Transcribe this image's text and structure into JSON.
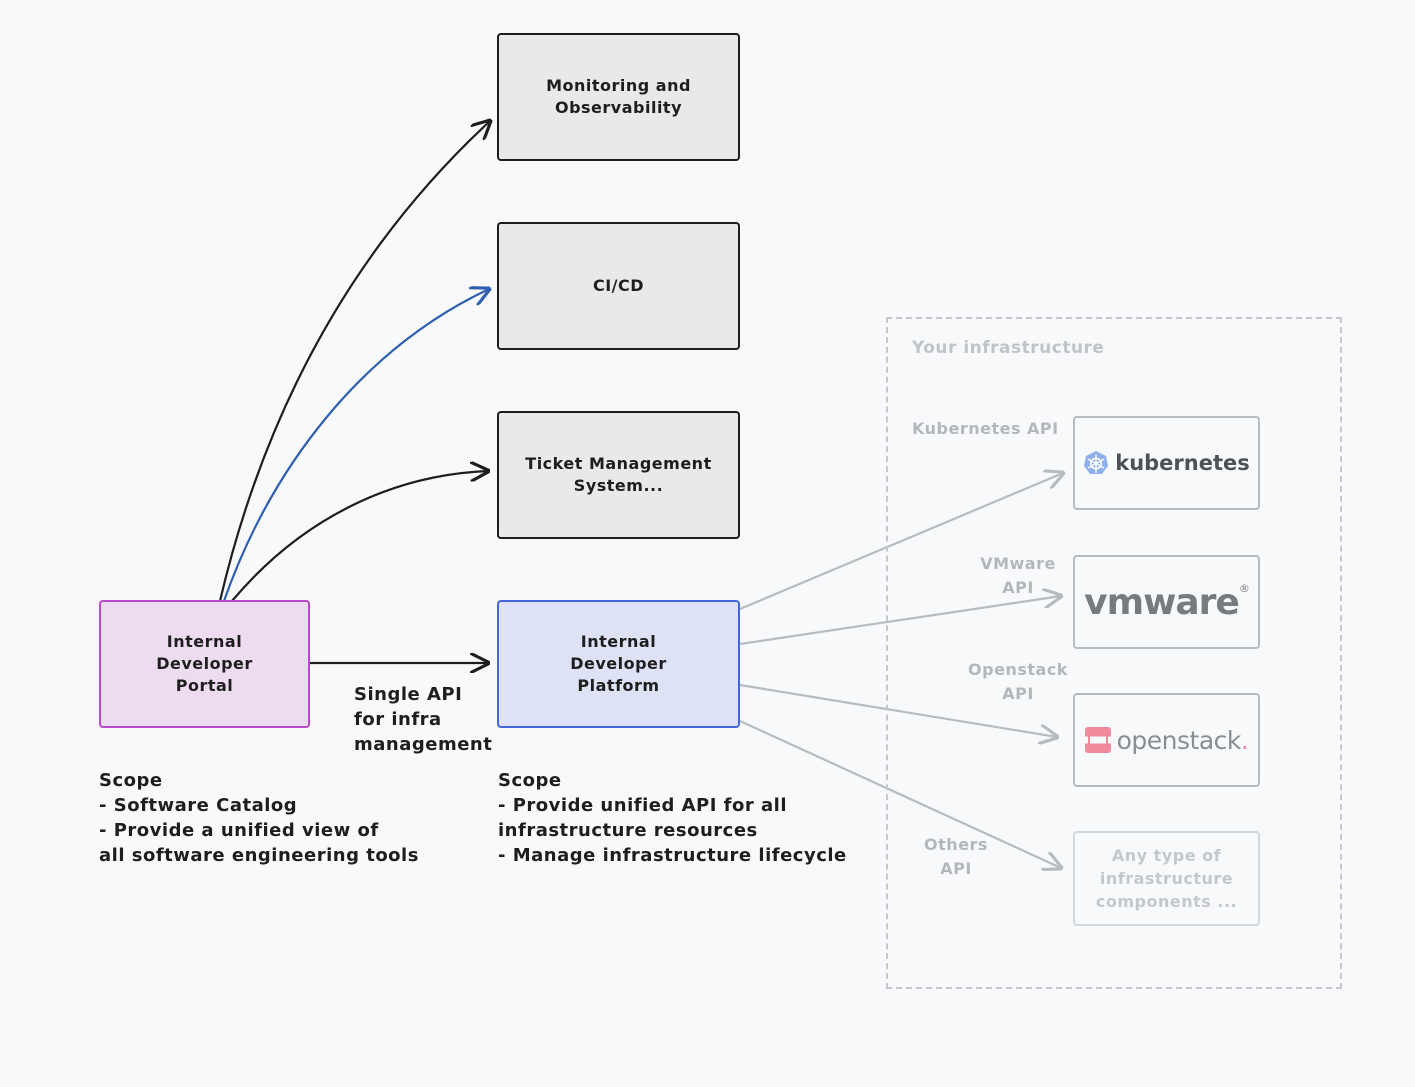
{
  "nodes": {
    "monitoring": "Monitoring and\nObservability",
    "cicd": "CI/CD",
    "ticket": "Ticket Management\nSystem...",
    "portal": "Internal\nDeveloper\nPortal",
    "platform": "Internal\nDeveloper\nPlatform"
  },
  "edge_labels": {
    "single_api": "Single API\nfor infra\nmanagement"
  },
  "scope_portal": "Scope\n- Software Catalog\n- Provide a unified view of\nall software engineering tools",
  "scope_platform": "Scope\n- Provide unified API for all\ninfrastructure resources\n- Manage infrastructure lifecycle",
  "infrastructure": {
    "title": "Your infrastructure",
    "apis": {
      "kubernetes": "Kubernetes API",
      "vmware": "VMware\nAPI",
      "openstack": "Openstack\nAPI",
      "others": "Others\nAPI"
    },
    "logos": {
      "kubernetes": "kubernetes",
      "vmware": "vmware",
      "vmware_mark": "®",
      "openstack": "openstack",
      "openstack_mark": "."
    },
    "any_type": "Any type of\ninfrastructure\ncomponents ..."
  },
  "colors": {
    "portal_fill": "#eddcef",
    "portal_stroke": "#b848cc",
    "platform_fill": "#dde2f6",
    "platform_stroke": "#4266db",
    "cicd_arrow": "#2f5fb0",
    "infra_stroke": "#b7bbc0",
    "openstack_red": "#ed1944",
    "kubernetes_blue": "#326ce5"
  }
}
